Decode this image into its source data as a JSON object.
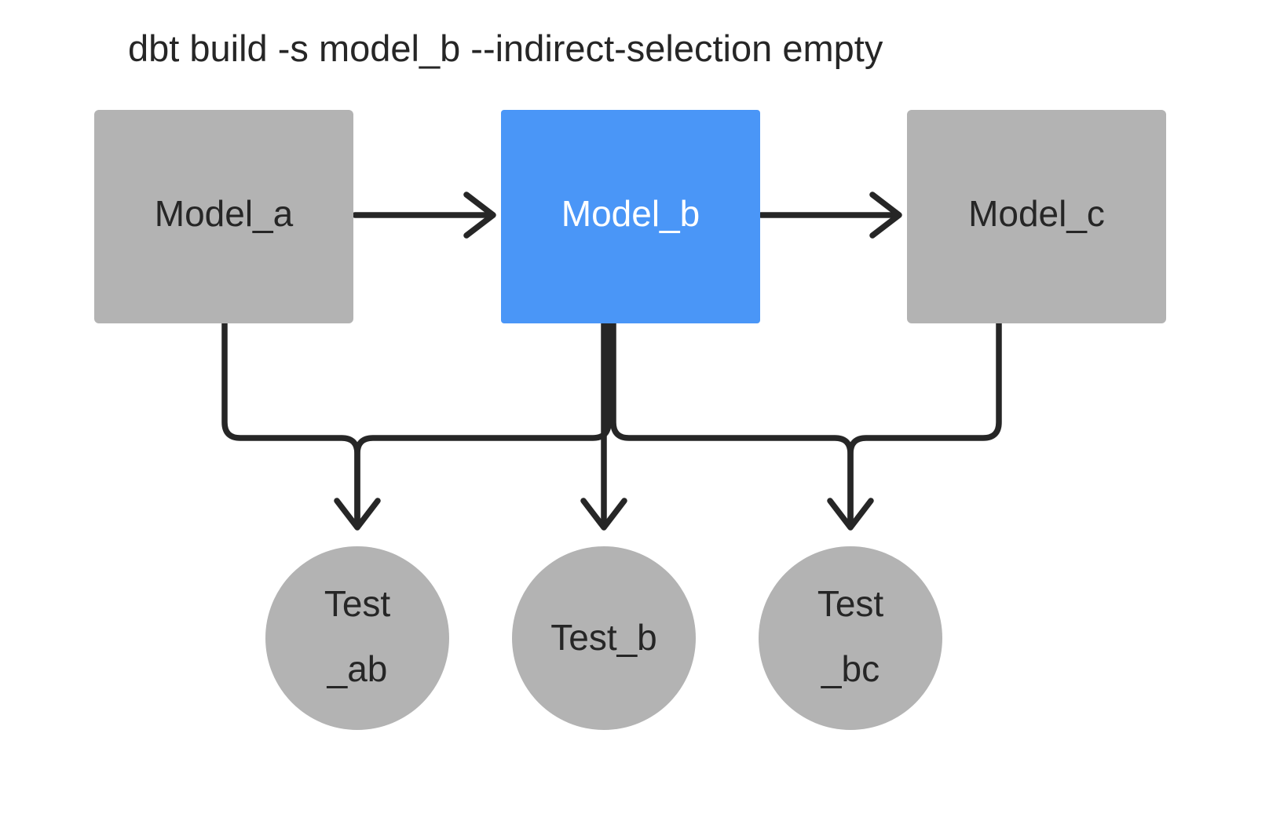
{
  "diagram": {
    "title": "dbt build -s model_b --indirect-selection empty",
    "background_color": "#ffffff",
    "colors": {
      "node_default": "#b3b3b3",
      "node_selected": "#4a96f7",
      "edge": "#262626",
      "label_default": "#262626",
      "label_selected": "#ffffff"
    },
    "models": [
      {
        "id": "model_a",
        "label": "Model_a",
        "shape": "rectangle",
        "state": "unselected",
        "fill": "#b3b3b3",
        "text_color": "#262626"
      },
      {
        "id": "model_b",
        "label": "Model_b",
        "shape": "rectangle",
        "state": "selected",
        "fill": "#4a96f7",
        "text_color": "#ffffff"
      },
      {
        "id": "model_c",
        "label": "Model_c",
        "shape": "rectangle",
        "state": "unselected",
        "fill": "#b3b3b3",
        "text_color": "#262626"
      }
    ],
    "tests": [
      {
        "id": "test_ab",
        "label": "Test_ab",
        "line1": "Test",
        "line2": "_ab",
        "shape": "circle",
        "state": "unselected",
        "fill": "#b3b3b3",
        "text_color": "#262626"
      },
      {
        "id": "test_b",
        "label": "Test_b",
        "line1": "Test_b",
        "line2": "",
        "shape": "circle",
        "state": "unselected",
        "fill": "#b3b3b3",
        "text_color": "#262626"
      },
      {
        "id": "test_bc",
        "label": "Test_bc",
        "line1": "Test",
        "line2": "_bc",
        "shape": "circle",
        "state": "unselected",
        "fill": "#b3b3b3",
        "text_color": "#262626"
      }
    ],
    "edges": [
      {
        "id": "edge-model-a-to-model-b",
        "from": "model_a",
        "to": "model_b",
        "direction": "horizontal"
      },
      {
        "id": "edge-model-b-to-model-c",
        "from": "model_b",
        "to": "model_c",
        "direction": "horizontal"
      },
      {
        "id": "edge-model-a-to-test-ab",
        "from": "model_a",
        "to": "test_ab",
        "direction": "elbow"
      },
      {
        "id": "edge-model-b-to-test-ab",
        "from": "model_b",
        "to": "test_ab",
        "direction": "elbow"
      },
      {
        "id": "edge-model-b-to-test-b",
        "from": "model_b",
        "to": "test_b",
        "direction": "vertical"
      },
      {
        "id": "edge-model-b-to-test-bc",
        "from": "model_b",
        "to": "test_bc",
        "direction": "elbow"
      },
      {
        "id": "edge-model-c-to-test-bc",
        "from": "model_c",
        "to": "test_bc",
        "direction": "elbow"
      }
    ]
  }
}
